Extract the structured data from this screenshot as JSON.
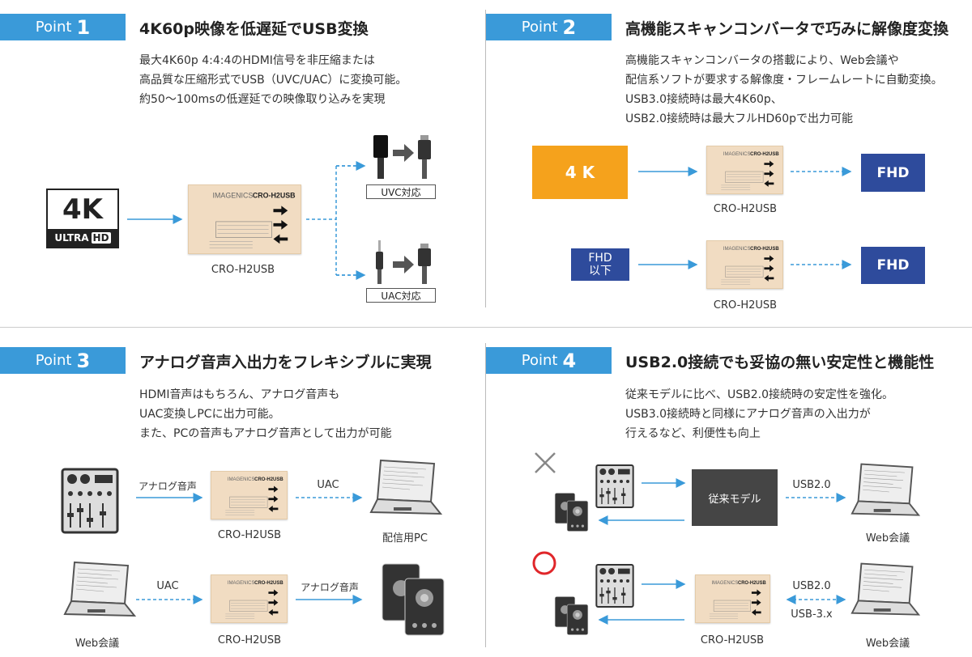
{
  "colors": {
    "accent": "#3a9ad9",
    "orange": "#f5a21c",
    "navy": "#2e4b9c",
    "dark_box": "#454545",
    "ok_red": "#e0262a"
  },
  "point_word": "Point",
  "points": [
    {
      "num": "1",
      "title": "4K60p映像を低遅延でUSB変換",
      "body": [
        "最大4K60p 4:4:4のHDMI信号を非圧縮または",
        "高品質な圧縮形式でUSB（UVC/UAC）に変換可能。",
        "約50〜100msの低遅延での映像取り込みを実現"
      ]
    },
    {
      "num": "2",
      "title": "高機能スキャンコンバータで巧みに解像度変換",
      "body": [
        "高機能スキャンコンバータの搭載により、Web会議や",
        "配信系ソフトが要求する解像度・フレームレートに自動変換。",
        "USB3.0接続時は最大4K60p、",
        "USB2.0接続時は最大フルHD60pで出力可能"
      ]
    },
    {
      "num": "3",
      "title": "アナログ音声入出力をフレキシブルに実現",
      "body": [
        "HDMI音声はもちろん、アナログ音声も",
        "UAC変換しPCに出力可能。",
        "また、PCの音声もアナログ音声として出力が可能"
      ]
    },
    {
      "num": "4",
      "title": "USB2.0接続でも妥協の無い安定性と機能性",
      "body": [
        "従来モデルに比べ、USB2.0接続時の安定性を強化。",
        "USB3.0接続時と同様にアナログ音声の入出力が",
        "行えるなど、利便性も向上"
      ]
    }
  ],
  "device": {
    "name": "CRO-H2USB",
    "brand": "IMAGENICS"
  },
  "p1": {
    "logo_big": "4K",
    "logo_ultra": "ULTRA",
    "logo_hd": "HD",
    "uvc": "UVC対応",
    "uac": "UAC対応"
  },
  "p2": {
    "src1": "4 K",
    "src2_line1": "FHD",
    "src2_line2": "以下",
    "out": "FHD"
  },
  "p3": {
    "analog": "アナログ音声",
    "uac": "UAC",
    "pc_label": "配信用PC",
    "web_label": "Web会議"
  },
  "p4": {
    "legacy": "従来モデル",
    "usb2": "USB2.0",
    "usb3": "USB-3.x",
    "web_label": "Web会議",
    "bad_icon": "x-mark-icon",
    "good_icon": "circle-icon"
  }
}
